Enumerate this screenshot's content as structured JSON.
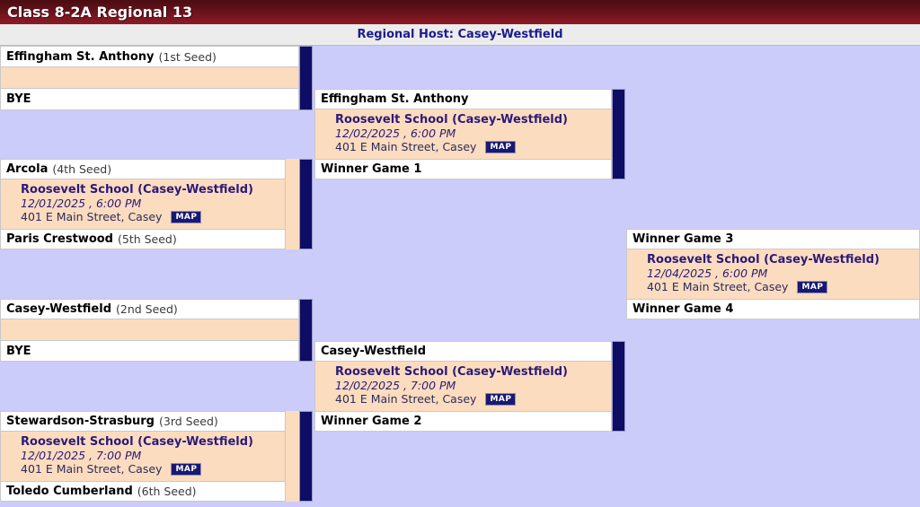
{
  "header": {
    "title": "Class 8-2A Regional 13",
    "host_line": "Regional Host: Casey-Westfield"
  },
  "labels": {
    "map_button": "MAP",
    "bye": "BYE"
  },
  "round1": {
    "game1": {
      "top_team": {
        "name": "Effingham St. Anthony",
        "seed": "(1st Seed)"
      },
      "bottom_team": {
        "name": "BYE",
        "seed": ""
      },
      "venue": "",
      "datetime": "",
      "address": ""
    },
    "game2": {
      "top_team": {
        "name": "Arcola",
        "seed": "(4th Seed)"
      },
      "bottom_team": {
        "name": "Paris Crestwood",
        "seed": "(5th Seed)"
      },
      "venue": "Roosevelt School (Casey-Westfield)",
      "datetime": "12/01/2025 , 6:00 PM",
      "address": "401 E Main Street, Casey"
    },
    "game3": {
      "top_team": {
        "name": "Casey-Westfield",
        "seed": "(2nd Seed)"
      },
      "bottom_team": {
        "name": "BYE",
        "seed": ""
      },
      "venue": "",
      "datetime": "",
      "address": ""
    },
    "game4": {
      "top_team": {
        "name": "Stewardson-Strasburg",
        "seed": "(3rd Seed)"
      },
      "bottom_team": {
        "name": "Toledo Cumberland",
        "seed": "(6th Seed)"
      },
      "venue": "Roosevelt School (Casey-Westfield)",
      "datetime": "12/01/2025 , 7:00 PM",
      "address": "401 E Main Street, Casey"
    }
  },
  "round2": {
    "semifinal1": {
      "top_team": {
        "name": "Effingham St. Anthony",
        "seed": ""
      },
      "bottom_team": {
        "name": "Winner Game 1",
        "seed": ""
      },
      "venue": "Roosevelt School (Casey-Westfield)",
      "datetime": "12/02/2025 , 6:00 PM",
      "address": "401 E Main Street, Casey"
    },
    "semifinal2": {
      "top_team": {
        "name": "Casey-Westfield",
        "seed": ""
      },
      "bottom_team": {
        "name": "Winner Game 2",
        "seed": ""
      },
      "venue": "Roosevelt School (Casey-Westfield)",
      "datetime": "12/02/2025 , 7:00 PM",
      "address": "401 E Main Street, Casey"
    }
  },
  "round3": {
    "final": {
      "top_team": {
        "name": "Winner Game 3",
        "seed": ""
      },
      "bottom_team": {
        "name": "Winner Game 4",
        "seed": ""
      },
      "venue": "Roosevelt School (Casey-Westfield)",
      "datetime": "12/04/2025 , 6:00 PM",
      "address": "401 E Main Street, Casey"
    }
  }
}
